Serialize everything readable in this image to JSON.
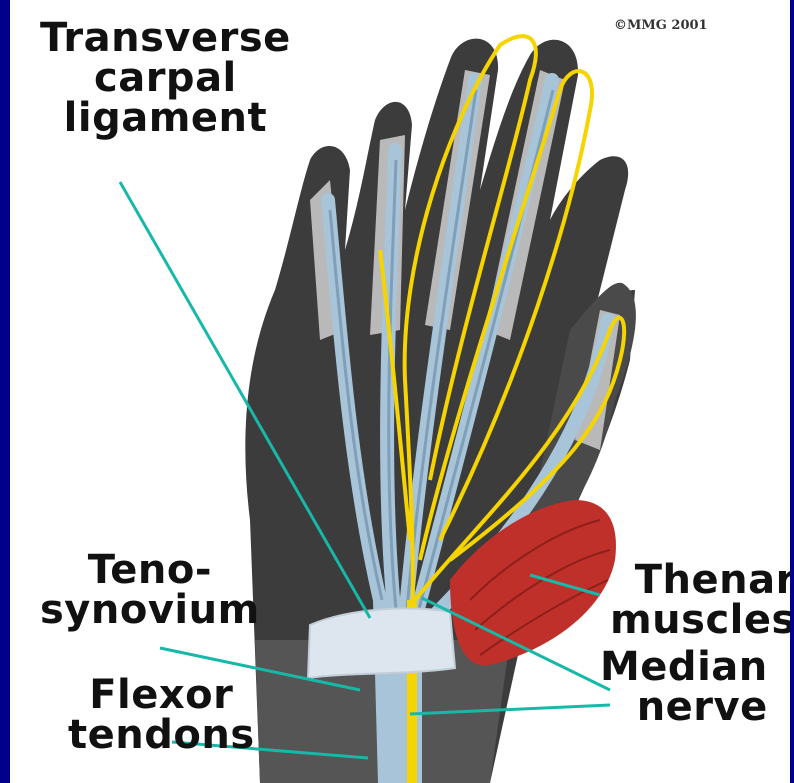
{
  "copyright": "©MMG 2001",
  "labels": {
    "transverse_carpal_ligament": [
      "Transverse",
      "carpal",
      "ligament"
    ],
    "tenosynovium": [
      "Teno-",
      "synovium"
    ],
    "flexor_tendons": [
      "Flexor",
      "tendons"
    ],
    "thenar_muscles": [
      "Thenar",
      "muscles"
    ],
    "median_nerve": [
      "Median",
      "nerve"
    ]
  },
  "colors": {
    "border": "#00008b",
    "background": "#ffffff",
    "skin": "#3c3c3c",
    "tendon": "#a8c4d8",
    "nerve": "#f5d400",
    "muscle": "#c0302a",
    "ligament": "#dde6ee",
    "leader_line": "#18b8a8"
  }
}
